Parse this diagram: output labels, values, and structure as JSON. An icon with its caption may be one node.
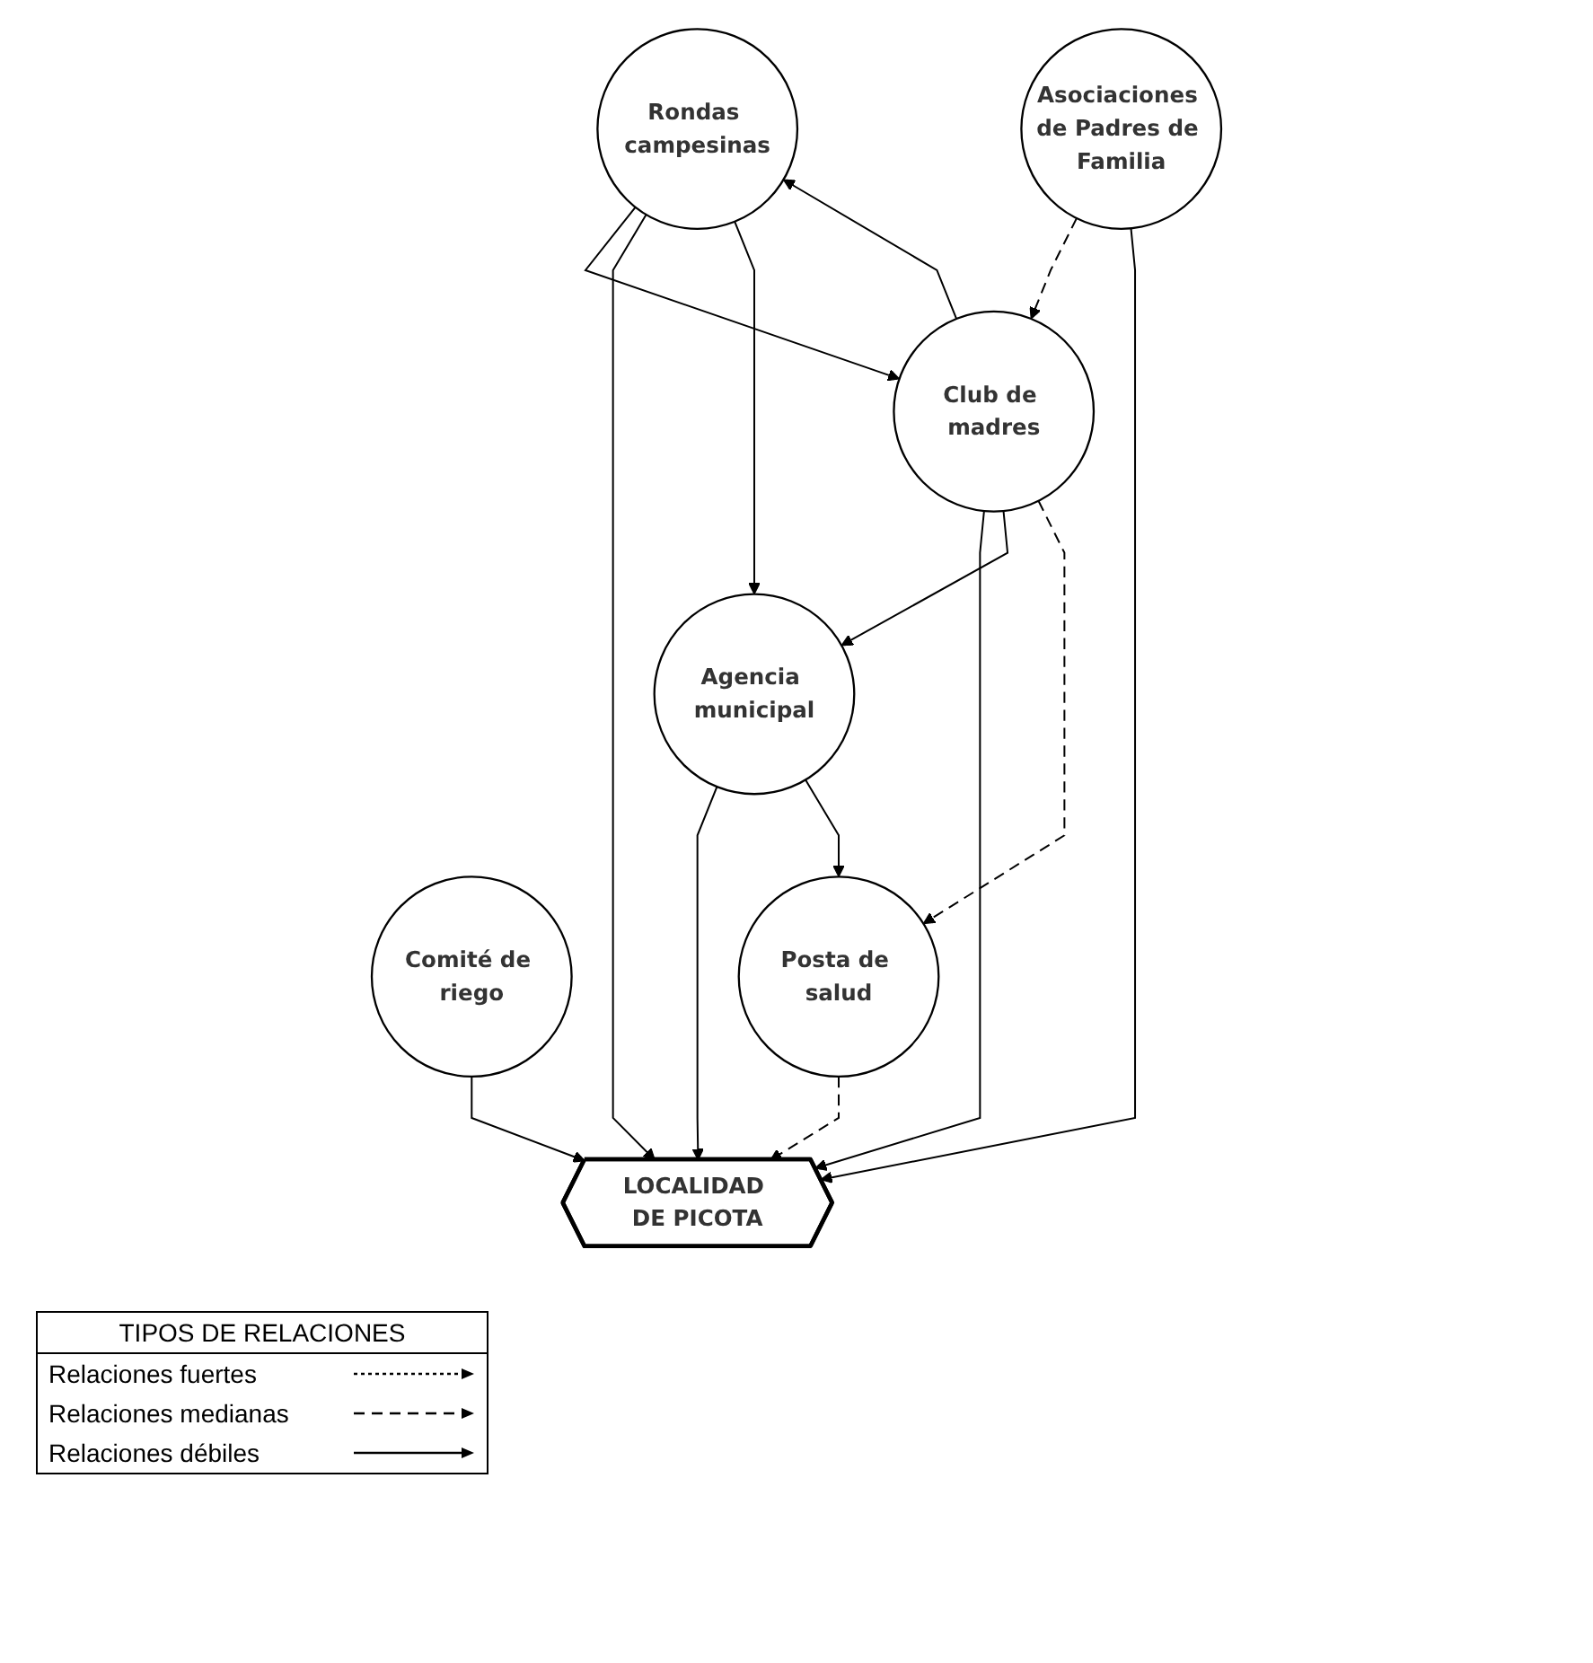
{
  "diagram": {
    "nodes": [
      {
        "text": [
          "Rondas campesinas"
        ]
      },
      {
        "text": [
          "Asociaciones de Padres de Familia"
        ]
      },
      {
        "text": [
          "Agencia municipal"
        ]
      },
      {
        "text": [
          "LOCALIDAD DE PICOTA"
        ]
      },
      {
        "text": [
          "Club de madres"
        ]
      },
      {
        "text": [
          "Comité de riego"
        ]
      },
      {
        "text": [
          "Posta de salud"
        ]
      }
    ],
    "edges": [
      {
        "from": 0,
        "to": 4,
        "arrow": "to"
      },
      {
        "from": 4,
        "to": 0,
        "arrow": "to"
      },
      {
        "from": 0,
        "to": 3,
        "arrow": "to"
      },
      {
        "from": 0,
        "to": 2,
        "arrow": "to"
      },
      {
        "from": 1,
        "to": 4,
        "arrow": "to",
        "style": "dashed"
      },
      {
        "from": 1,
        "to": 3,
        "arrow": "to"
      },
      {
        "from": 2,
        "to": 3,
        "arrow": "to"
      },
      {
        "from": 2,
        "to": 6,
        "arrow": "to"
      },
      {
        "from": 4,
        "to": 3,
        "arrow": "to"
      },
      {
        "from": 4,
        "to": 2,
        "arrow": "to"
      },
      {
        "from": 4,
        "to": 6,
        "arrow": "to",
        "style": "dashed"
      },
      {
        "from": 5,
        "to": 3,
        "arrow": "to"
      },
      {
        "from": 6,
        "to": 3,
        "arrow": "to",
        "style": "dashed"
      }
    ],
    "labels": [
      "TIPOS DE RELACIONES"
    ],
    "legend": [
      {
        "text": "Relaciones fuertes"
      },
      {
        "text": "Relaciones medianas"
      },
      {
        "text": "Relaciones débiles"
      }
    ]
  }
}
